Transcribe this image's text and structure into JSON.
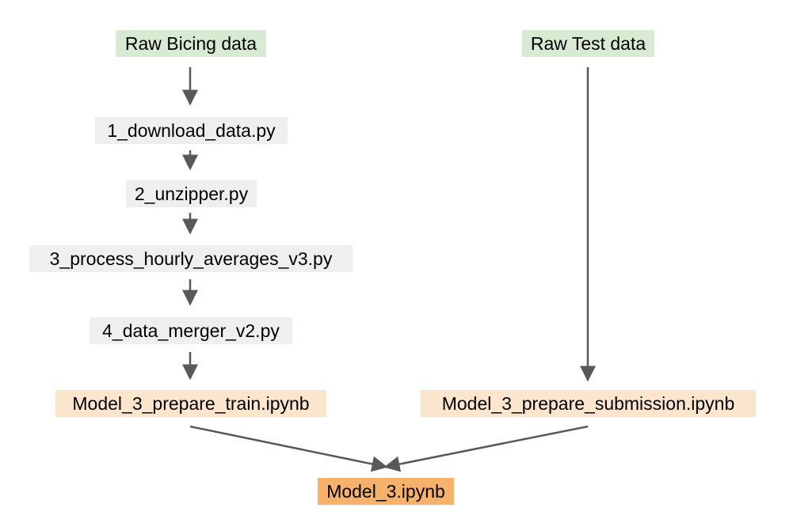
{
  "colors": {
    "data_source": "#d9ead3",
    "script": "#efefef",
    "prepare_notebook": "#fce5cd",
    "final_model": "#f6b26b",
    "arrow": "#595959"
  },
  "nodes": {
    "raw_bicing": {
      "label": "Raw Bicing data",
      "kind": "data_source"
    },
    "raw_test": {
      "label": "Raw Test data",
      "kind": "data_source"
    },
    "step1": {
      "label": "1_download_data.py",
      "kind": "script"
    },
    "step2": {
      "label": "2_unzipper.py",
      "kind": "script"
    },
    "step3": {
      "label": "3_process_hourly_averages_v3.py",
      "kind": "script"
    },
    "step4": {
      "label": "4_data_merger_v2.py",
      "kind": "script"
    },
    "train": {
      "label": "Model_3_prepare_train.ipynb",
      "kind": "prepare_notebook"
    },
    "submission": {
      "label": "Model_3_prepare_submission.ipynb",
      "kind": "prepare_notebook"
    },
    "model": {
      "label": "Model_3.ipynb",
      "kind": "final_model"
    }
  },
  "edges": [
    {
      "from": "raw_bicing",
      "to": "step1"
    },
    {
      "from": "step1",
      "to": "step2"
    },
    {
      "from": "step2",
      "to": "step3"
    },
    {
      "from": "step3",
      "to": "step4"
    },
    {
      "from": "step4",
      "to": "train"
    },
    {
      "from": "raw_test",
      "to": "submission"
    },
    {
      "from": "train",
      "to": "model"
    },
    {
      "from": "submission",
      "to": "model"
    }
  ]
}
